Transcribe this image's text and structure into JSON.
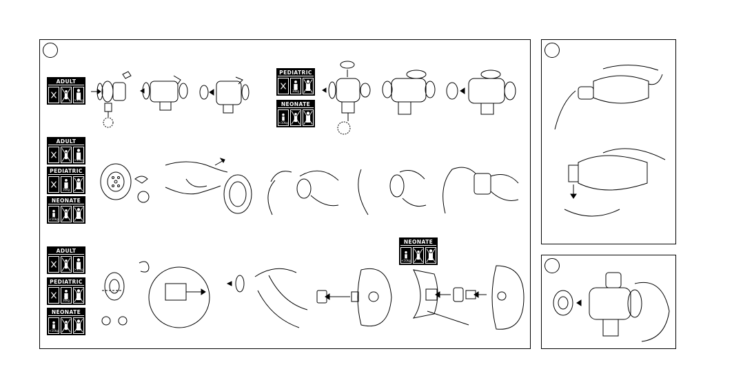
{
  "badges": {
    "adult": {
      "title": "ADULT",
      "weight": ">30kg"
    },
    "pediatric": {
      "title": "PEDIATRIC",
      "weight": "10-30kg"
    },
    "neonate": {
      "title": "NEONATE",
      "weight": "<10kg"
    }
  },
  "colors": {
    "line": "#000000",
    "badge_bg": "#000000",
    "badge_fg": "#ffffff"
  },
  "icons": [
    "person-icon",
    "cross-out-icon",
    "arrow-icon",
    "hand-icon",
    "nebulizer-icon",
    "mask-icon",
    "bottle-icon"
  ]
}
